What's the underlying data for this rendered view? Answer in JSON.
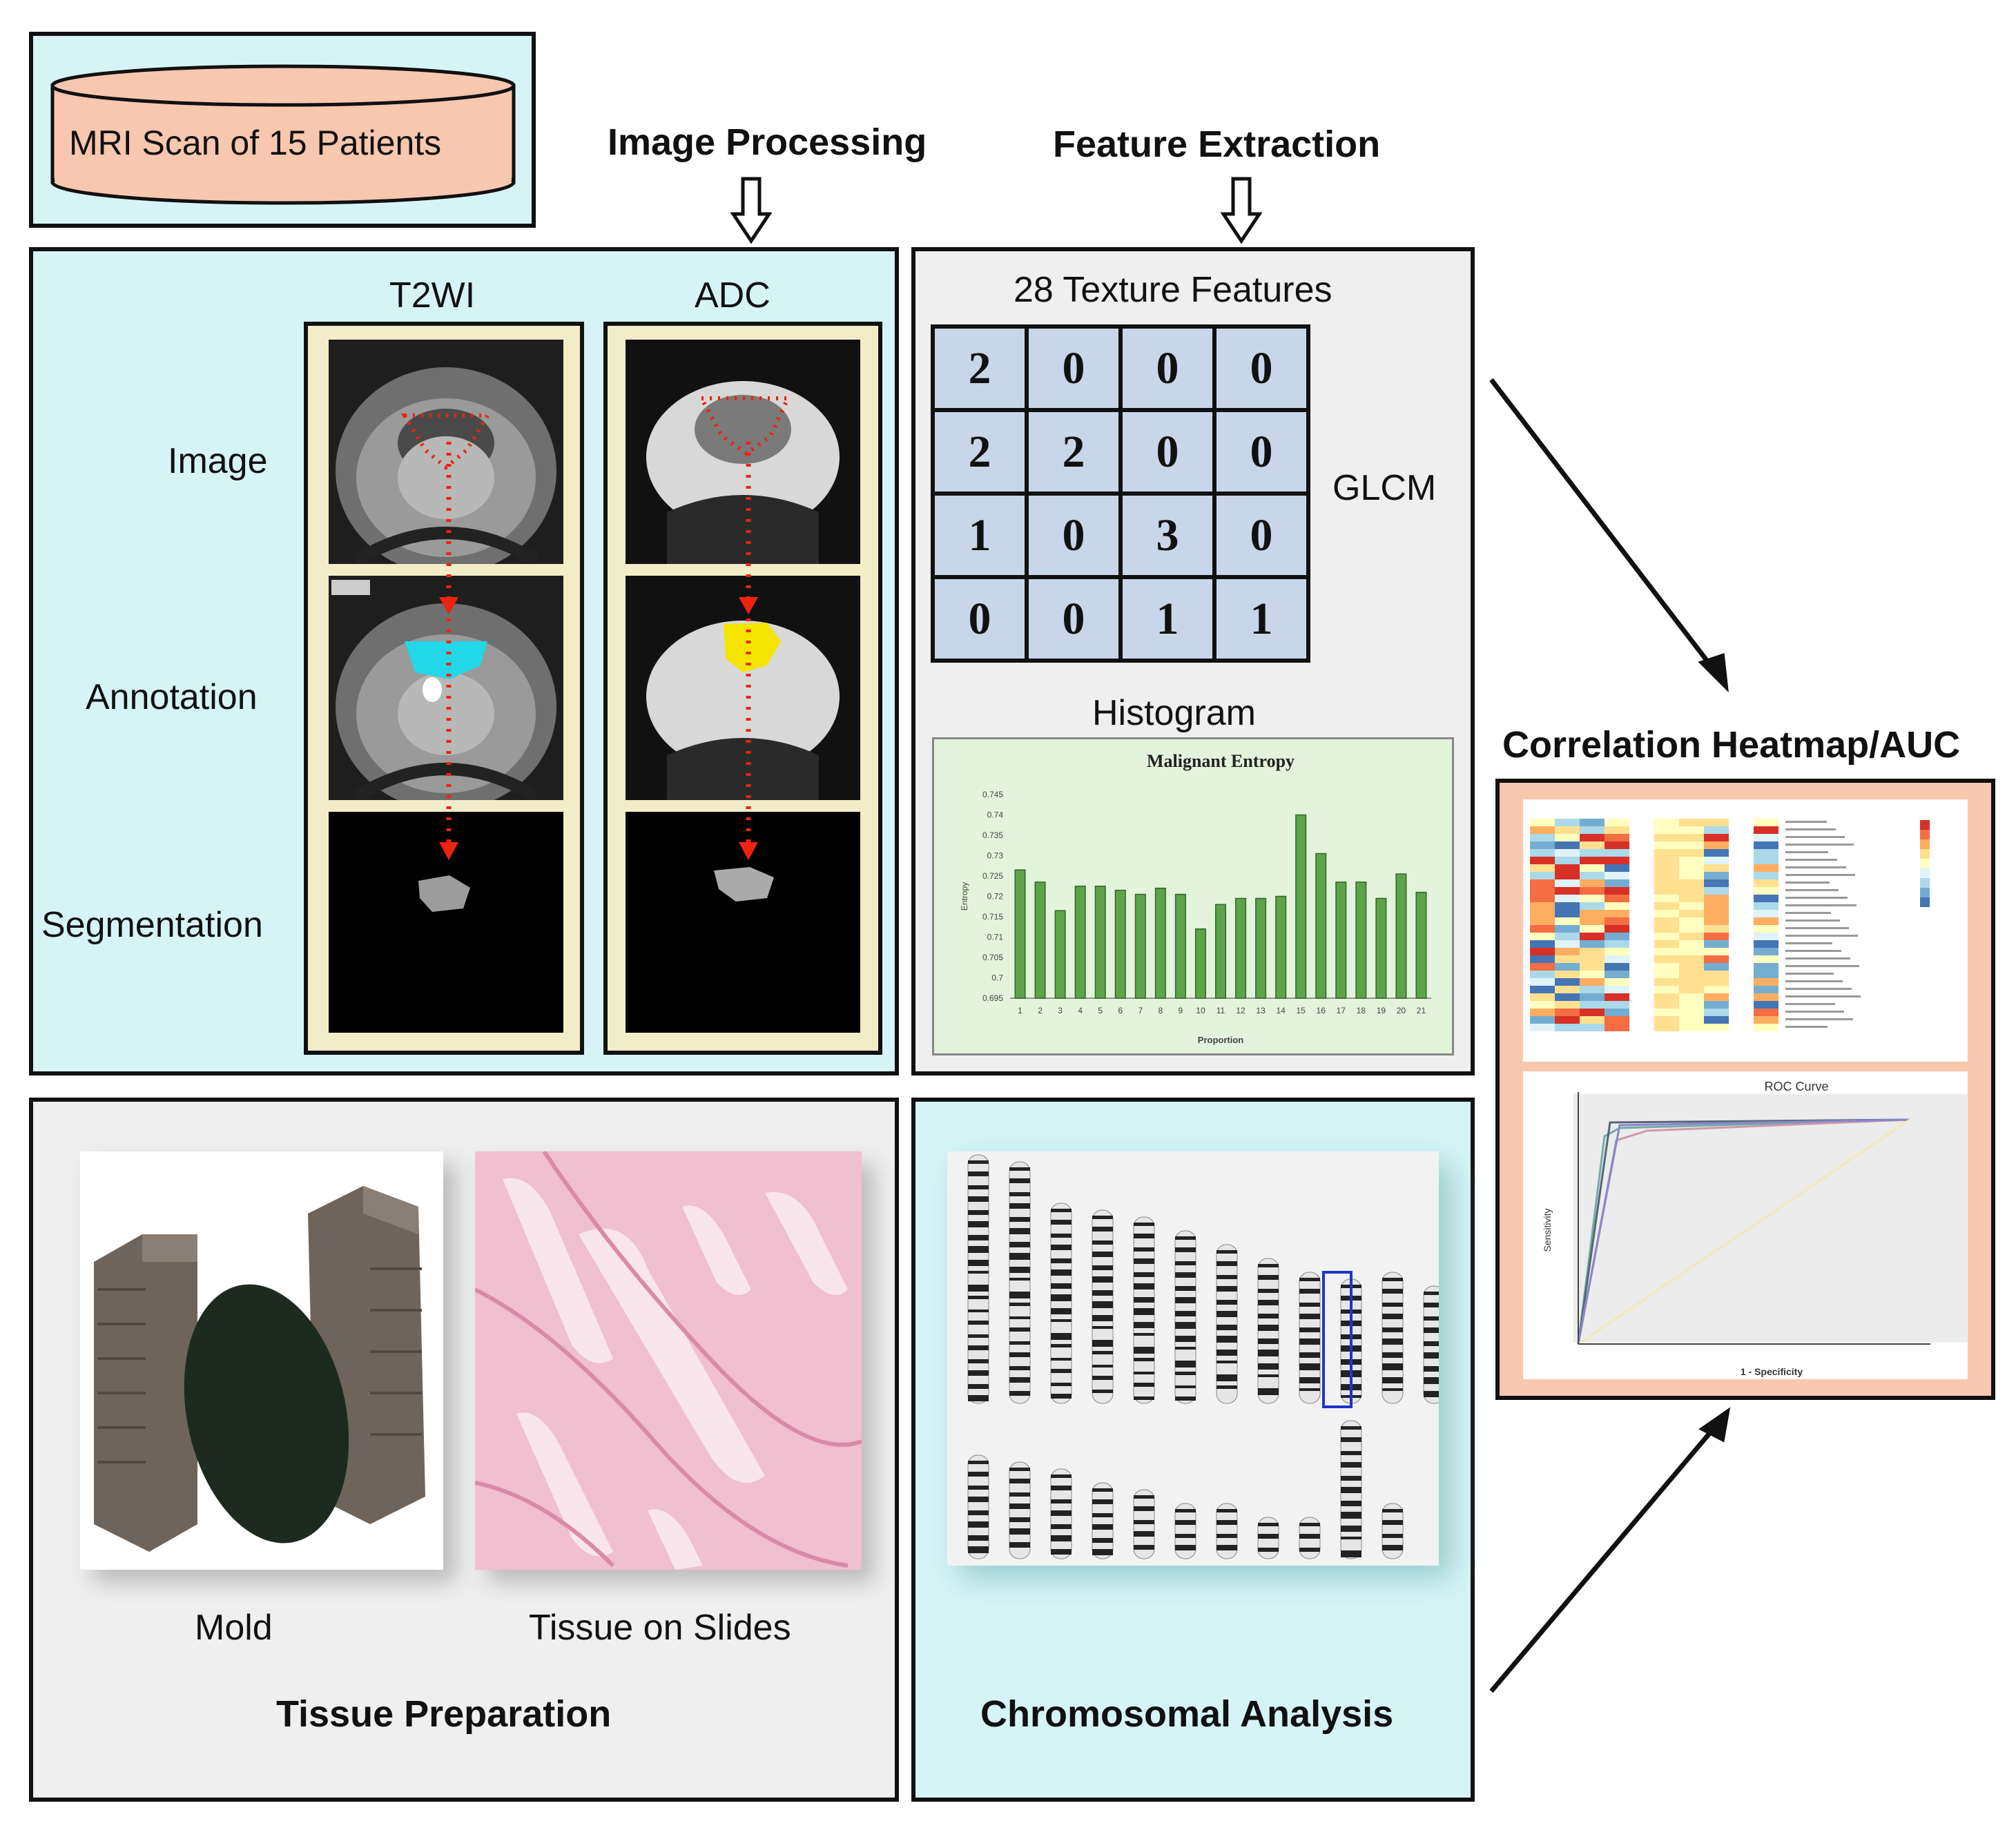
{
  "mri": {
    "label": "MRI Scan of 15 Patients"
  },
  "headers": {
    "image_processing": "Image Processing",
    "feature_extraction": "Feature Extraction",
    "correlation": "Correlation Heatmap/AUC"
  },
  "processing": {
    "col_t2wi": "T2WI",
    "col_adc": "ADC",
    "row_image": "Image",
    "row_annotation": "Annotation",
    "row_segmentation": "Segmentation"
  },
  "features": {
    "title": "28 Texture Features",
    "glcm_label": "GLCM",
    "glcm_matrix": [
      [
        "2",
        "0",
        "0",
        "0"
      ],
      [
        "2",
        "2",
        "0",
        "0"
      ],
      [
        "1",
        "0",
        "3",
        "0"
      ],
      [
        "0",
        "0",
        "1",
        "1"
      ]
    ],
    "histogram_label": "Histogram"
  },
  "chart_data": {
    "type": "bar",
    "title": "Malignant Entropy",
    "xlabel": "Proportion",
    "ylabel": "Entropy",
    "ylim": [
      0.695,
      0.745
    ],
    "yticks": [
      "0.745",
      "0.74",
      "0.735",
      "0.73",
      "0.725",
      "0.72",
      "0.715",
      "0.71",
      "0.705",
      "0.7",
      "0.695"
    ],
    "categories": [
      "1",
      "2",
      "3",
      "4",
      "5",
      "6",
      "7",
      "8",
      "9",
      "10",
      "11",
      "12",
      "13",
      "14",
      "15",
      "16",
      "17",
      "18",
      "19",
      "20",
      "21"
    ],
    "values": [
      0.7265,
      0.7235,
      0.7165,
      0.7225,
      0.7225,
      0.7215,
      0.7205,
      0.722,
      0.7205,
      0.712,
      0.718,
      0.7195,
      0.7195,
      0.72,
      0.74,
      0.7305,
      0.7235,
      0.7235,
      0.7195,
      0.7255,
      0.721
    ]
  },
  "bottom": {
    "mold": "Mold",
    "tissue": "Tissue on Slides",
    "tissue_prep": "Tissue Preparation",
    "chromosomal": "Chromosomal Analysis"
  },
  "roc": {
    "title": "ROC Curve",
    "xlabel": "1 - Specificity",
    "ylabel": "Sensitivity"
  }
}
